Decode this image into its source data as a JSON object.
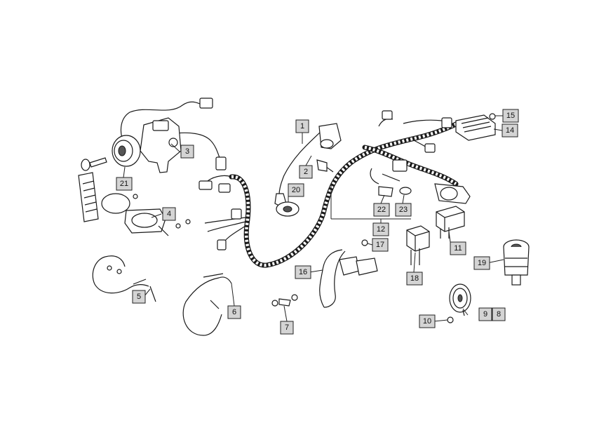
{
  "diagram": {
    "callouts": [
      {
        "id": "c1",
        "label": "1"
      },
      {
        "id": "c2",
        "label": "2"
      },
      {
        "id": "c3",
        "label": "3"
      },
      {
        "id": "c4",
        "label": "4"
      },
      {
        "id": "c5",
        "label": "5"
      },
      {
        "id": "c6",
        "label": "6"
      },
      {
        "id": "c7",
        "label": "7"
      },
      {
        "id": "c8",
        "label": "8"
      },
      {
        "id": "c9",
        "label": "9"
      },
      {
        "id": "c10",
        "label": "10"
      },
      {
        "id": "c11",
        "label": "11"
      },
      {
        "id": "c12",
        "label": "12"
      },
      {
        "id": "c14",
        "label": "14"
      },
      {
        "id": "c15",
        "label": "15"
      },
      {
        "id": "c16",
        "label": "16"
      },
      {
        "id": "c17",
        "label": "17"
      },
      {
        "id": "c18",
        "label": "18"
      },
      {
        "id": "c19",
        "label": "19"
      },
      {
        "id": "c20",
        "label": "20"
      },
      {
        "id": "c21",
        "label": "21"
      },
      {
        "id": "c22",
        "label": "22"
      },
      {
        "id": "c23",
        "label": "23"
      }
    ],
    "parts": [
      {
        "name": "ignition-switch-lock-set-part"
      },
      {
        "name": "flasher-relay-part"
      },
      {
        "name": "throttle-cable-part"
      },
      {
        "name": "brake-cable-part"
      },
      {
        "name": "ht-lead-part"
      },
      {
        "name": "spark-plug-cap-part"
      },
      {
        "name": "main-wiring-harness-part"
      },
      {
        "name": "voltage-regulator-part"
      },
      {
        "name": "relay-part"
      },
      {
        "name": "starter-relay-part"
      },
      {
        "name": "horn-part"
      },
      {
        "name": "stop-switch-part"
      },
      {
        "name": "lighting-wire-part"
      },
      {
        "name": "fuse-holder-part"
      },
      {
        "name": "key-part"
      }
    ]
  }
}
